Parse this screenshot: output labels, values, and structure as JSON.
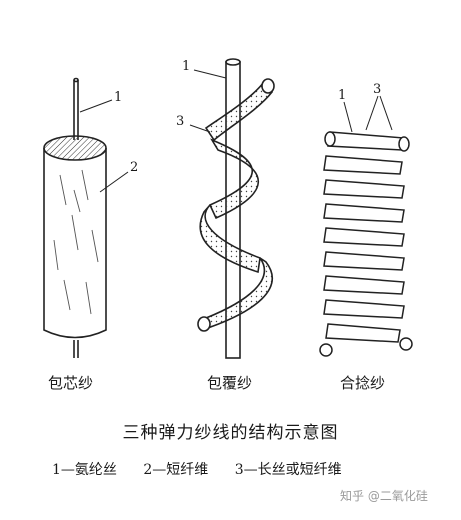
{
  "diagram": {
    "panels": [
      {
        "name": "包芯纱"
      },
      {
        "name": "包覆纱"
      },
      {
        "name": "合捻纱"
      }
    ],
    "callouts": {
      "core_1": "1",
      "core_2": "2",
      "cover_1": "1",
      "cover_3": "3",
      "ply_1": "1",
      "ply_3": "3"
    },
    "caption": "三种弹力纱线的结构示意图",
    "legend": [
      "1—氨纶丝",
      "2—短纤维",
      "3—长丝或短纤维"
    ]
  },
  "watermark": "知乎 @二氧化硅"
}
